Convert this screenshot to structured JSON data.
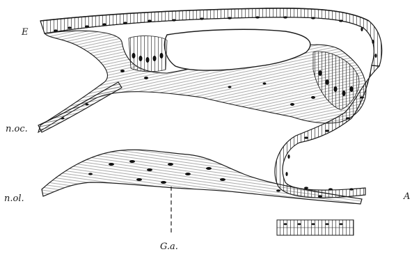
{
  "labels": {
    "epithelium": "E",
    "oculomotor_nerve": "n.oc.",
    "olfactory_nerve": "n.ol.",
    "ganglion": "G.a.",
    "right_edge": "A"
  },
  "colors": {
    "ink": "#1a1a1a",
    "paper": "#ffffff",
    "nuclei": "#111111"
  }
}
